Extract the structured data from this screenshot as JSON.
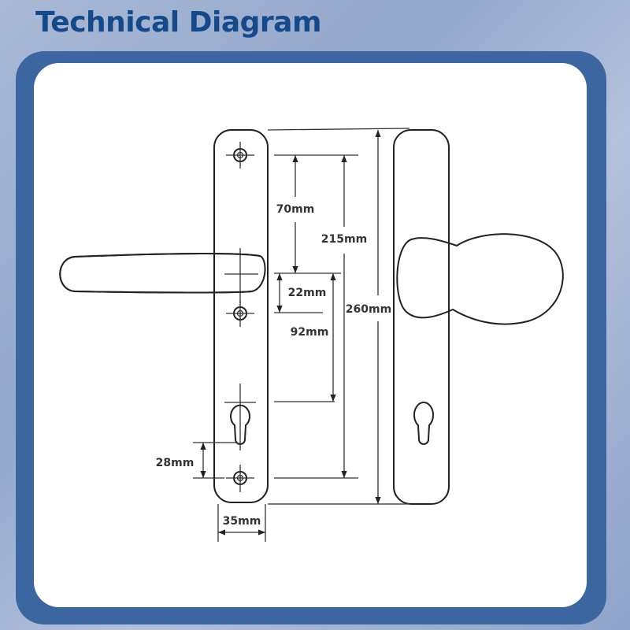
{
  "header": {
    "title": "Technical Diagram"
  },
  "colors": {
    "title": "#144a8a",
    "frame": "#3c66a0",
    "panel": "#ffffff",
    "line": "#222222"
  },
  "diagram": {
    "dimensions": {
      "lever_to_top_screw": "70mm",
      "screw_to_screw": "215mm",
      "overall_height": "260mm",
      "spindle_to_middle_screw": "22mm",
      "spindle_to_cylinder": "92mm",
      "cylinder_to_bottom_screw": "28mm",
      "plate_width": "35mm"
    }
  }
}
